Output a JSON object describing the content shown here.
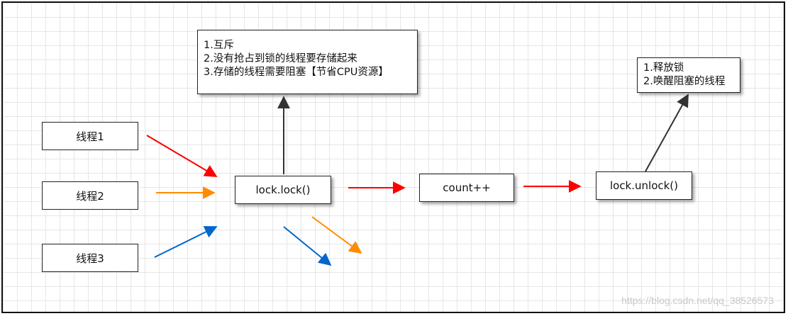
{
  "threads": [
    {
      "label": "线程1"
    },
    {
      "label": "线程2"
    },
    {
      "label": "线程3"
    }
  ],
  "nodes": {
    "lock": "lock.lock()",
    "count": "count++",
    "unlock": "lock.unlock()"
  },
  "lock_note": [
    "1.互斥",
    "2.没有抢占到锁的线程要存储起来",
    "3.存储的线程需要阻塞【节省CPU资源】"
  ],
  "unlock_note": [
    "1.释放锁",
    "2.唤醒阻塞的线程"
  ],
  "watermark": "https://blog.csdn.net/qq_38526573",
  "colors": {
    "red": "#ff0000",
    "orange": "#ff8c00",
    "blue": "#0066cc",
    "dark": "#333333"
  }
}
